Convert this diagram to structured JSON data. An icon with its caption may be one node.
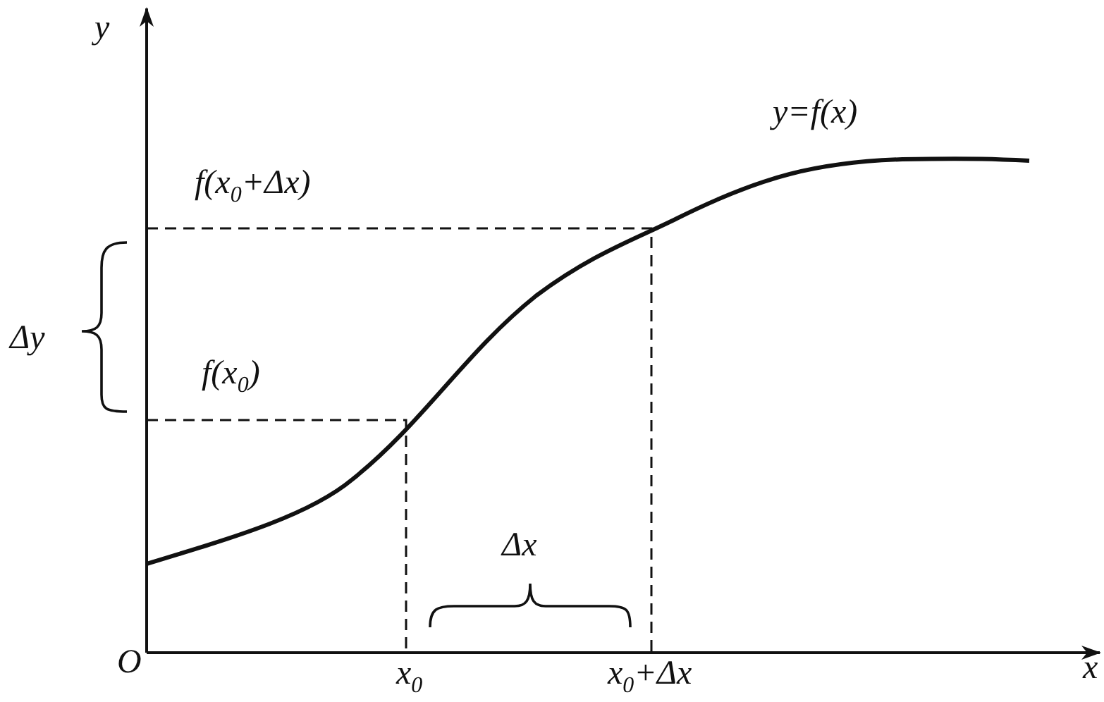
{
  "diagram": {
    "labels": [
      "y",
      "x",
      "O",
      "y=f(x)",
      "f(x$_{0}$+Δx)",
      "Δy",
      "f(x$_{0}$)",
      "Δx",
      "x$_{0}$",
      "x$_{0}$+Δx"
    ]
  }
}
